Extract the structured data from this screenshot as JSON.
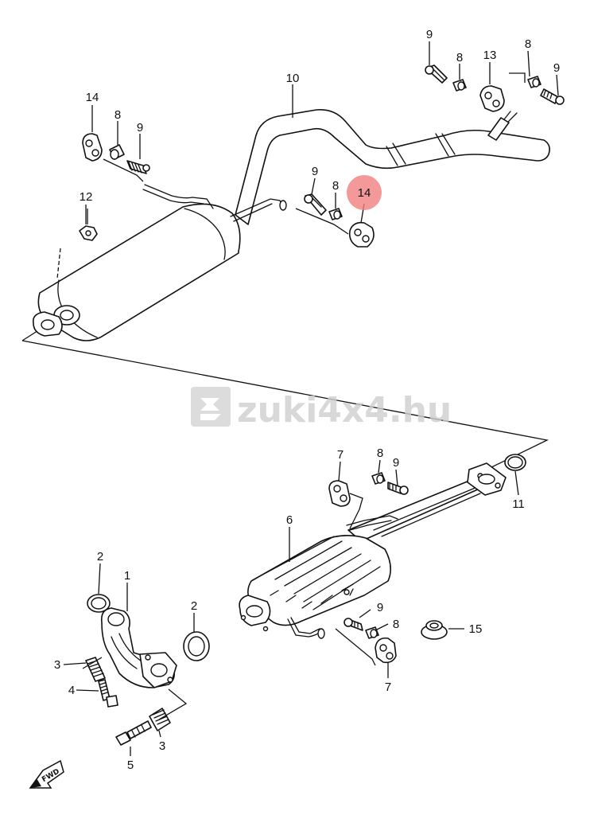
{
  "watermark": {
    "text": "zuki4x4.hu",
    "color": "#d0d0d0"
  },
  "highlight": {
    "color": "#f07f7f"
  },
  "fwd_label": "FWD",
  "callouts": [
    {
      "id": "c14a",
      "label": "14"
    },
    {
      "id": "c8a",
      "label": "8"
    },
    {
      "id": "c9a",
      "label": "9"
    },
    {
      "id": "c12",
      "label": "12"
    },
    {
      "id": "c10",
      "label": "10"
    },
    {
      "id": "c9b",
      "label": "9"
    },
    {
      "id": "c8b",
      "label": "8"
    },
    {
      "id": "c14b",
      "label": "14",
      "highlighted": true
    },
    {
      "id": "c9c",
      "label": "9"
    },
    {
      "id": "c8c",
      "label": "8"
    },
    {
      "id": "c13",
      "label": "13"
    },
    {
      "id": "c8d",
      "label": "8"
    },
    {
      "id": "c9d",
      "label": "9"
    },
    {
      "id": "c7a",
      "label": "7"
    },
    {
      "id": "c8e",
      "label": "8"
    },
    {
      "id": "c9e",
      "label": "9"
    },
    {
      "id": "c11",
      "label": "11"
    },
    {
      "id": "c6",
      "label": "6"
    },
    {
      "id": "c2a",
      "label": "2"
    },
    {
      "id": "c1",
      "label": "1"
    },
    {
      "id": "c2b",
      "label": "2"
    },
    {
      "id": "c3a",
      "label": "3"
    },
    {
      "id": "c4",
      "label": "4"
    },
    {
      "id": "c9f",
      "label": "9"
    },
    {
      "id": "c8f",
      "label": "8"
    },
    {
      "id": "c15",
      "label": "15"
    },
    {
      "id": "c7b",
      "label": "7"
    },
    {
      "id": "c5",
      "label": "5"
    },
    {
      "id": "c3b",
      "label": "3"
    }
  ]
}
